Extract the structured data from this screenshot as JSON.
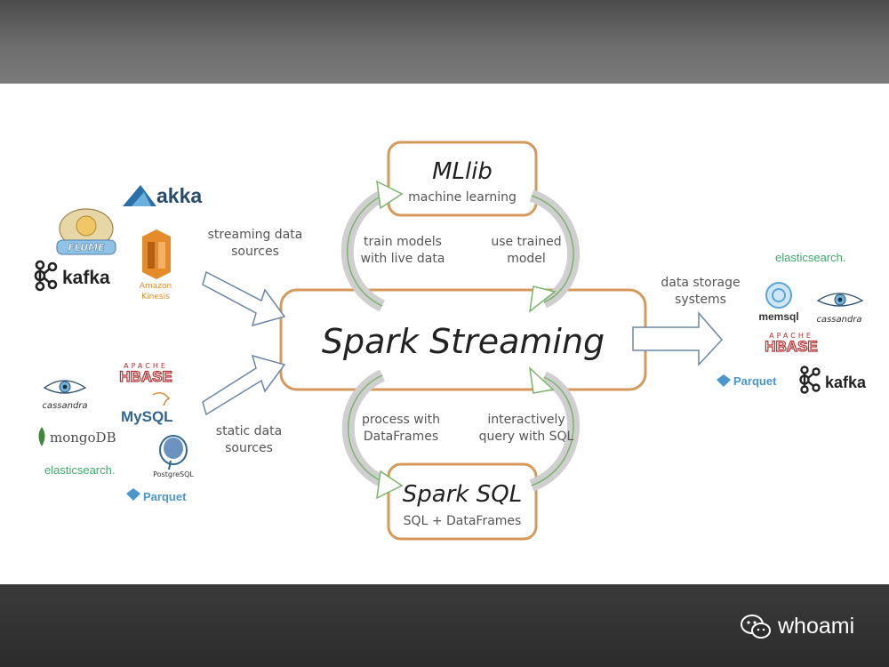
{
  "center": {
    "title": "Spark Streaming"
  },
  "mllib": {
    "title": "MLlib",
    "subtitle": "machine learning"
  },
  "sparksql": {
    "title": "Spark SQL",
    "subtitle": "SQL + DataFrames"
  },
  "labels": {
    "streaming_sources": [
      "streaming data",
      "sources"
    ],
    "static_sources": [
      "static data",
      "sources"
    ],
    "storage": [
      "data storage",
      "systems"
    ],
    "train": [
      "train models",
      "with live data"
    ],
    "use_trained": [
      "use trained",
      "model"
    ],
    "process": [
      "process with",
      "DataFrames"
    ],
    "query": [
      "interactively",
      "query with SQL"
    ]
  },
  "streaming_logos": {
    "akka": "akka",
    "flume": "FLUME",
    "kafka": "kafka",
    "kinesis": [
      "Amazon",
      "Kinesis"
    ]
  },
  "static_logos": {
    "hbase_apache": "APACHE",
    "hbase": "HBASE",
    "cassandra": "cassandra",
    "mysql": "MySQL",
    "mongodb": "mongoDB",
    "postgres": "PostgreSQL",
    "elasticsearch": "elasticsearch.",
    "parquet": "Parquet"
  },
  "storage_logos": {
    "elasticsearch": "elasticsearch.",
    "memsql": "memsql",
    "cassandra": "cassandra",
    "hbase_apache": "APACHE",
    "hbase": "HBASE",
    "parquet": "Parquet",
    "kafka": "kafka"
  },
  "watermark": "whoami",
  "colors": {
    "box_border": "#d49a5c",
    "green_arrow": "#7ab56b",
    "blue_arrow": "#6b86a8",
    "hbase_red": "#b5302f",
    "elastic_green": "#3dab6a",
    "parquet_blue": "#4a97cc"
  }
}
